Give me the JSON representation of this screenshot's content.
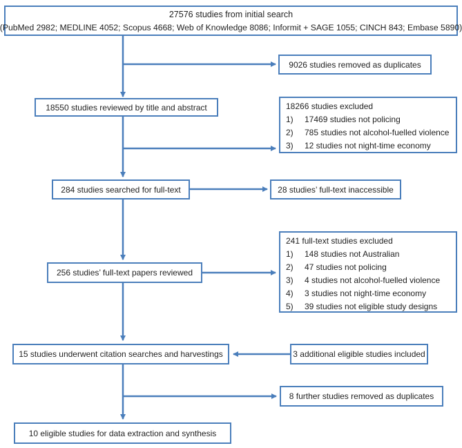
{
  "diagram": {
    "accent_color": "#4a7ebb",
    "text_color": "#1f1f1f",
    "boxes": {
      "initial_search": {
        "line1": "27576 studies from initial search",
        "line2": "(PubMed 2982; MEDLINE 4052; Scopus 4668; Web of Knowledge 8086; Informit + SAGE 1055; CINCH 843; Embase 5890)"
      },
      "duplicates_removed": {
        "text": "9026 studies removed as duplicates"
      },
      "title_abstract_review": {
        "text": "18550 studies reviewed by title and abstract"
      },
      "excluded_title_abstract": {
        "title": "18266 studies excluded",
        "items": [
          {
            "num": "1)",
            "text": "17469 studies not policing"
          },
          {
            "num": "2)",
            "text": "785 studies not alcohol-fuelled violence"
          },
          {
            "num": "3)",
            "text": "12 studies not night-time economy"
          }
        ]
      },
      "fulltext_search": {
        "text": "284 studies searched for full-text"
      },
      "fulltext_inaccessible": {
        "text": "28 studies’ full-text inaccessible"
      },
      "fulltext_review": {
        "text": "256 studies’ full-text papers reviewed"
      },
      "excluded_fulltext": {
        "title": "241 full-text studies excluded",
        "items": [
          {
            "num": "1)",
            "text": "148 studies not Australian"
          },
          {
            "num": "2)",
            "text": "47 studies not policing"
          },
          {
            "num": "3)",
            "text": "4 studies not alcohol-fuelled violence"
          },
          {
            "num": "4)",
            "text": "3 studies not night-time economy"
          },
          {
            "num": "5)",
            "text": "39 studies not eligible study designs"
          }
        ]
      },
      "citation_search": {
        "text": "15 studies underwent citation searches and harvestings"
      },
      "additional_studies": {
        "text": "3 additional eligible studies included"
      },
      "further_duplicates": {
        "text": "8 further studies removed as duplicates"
      },
      "final_studies": {
        "text": "10 eligible studies for data extraction and synthesis"
      }
    }
  }
}
